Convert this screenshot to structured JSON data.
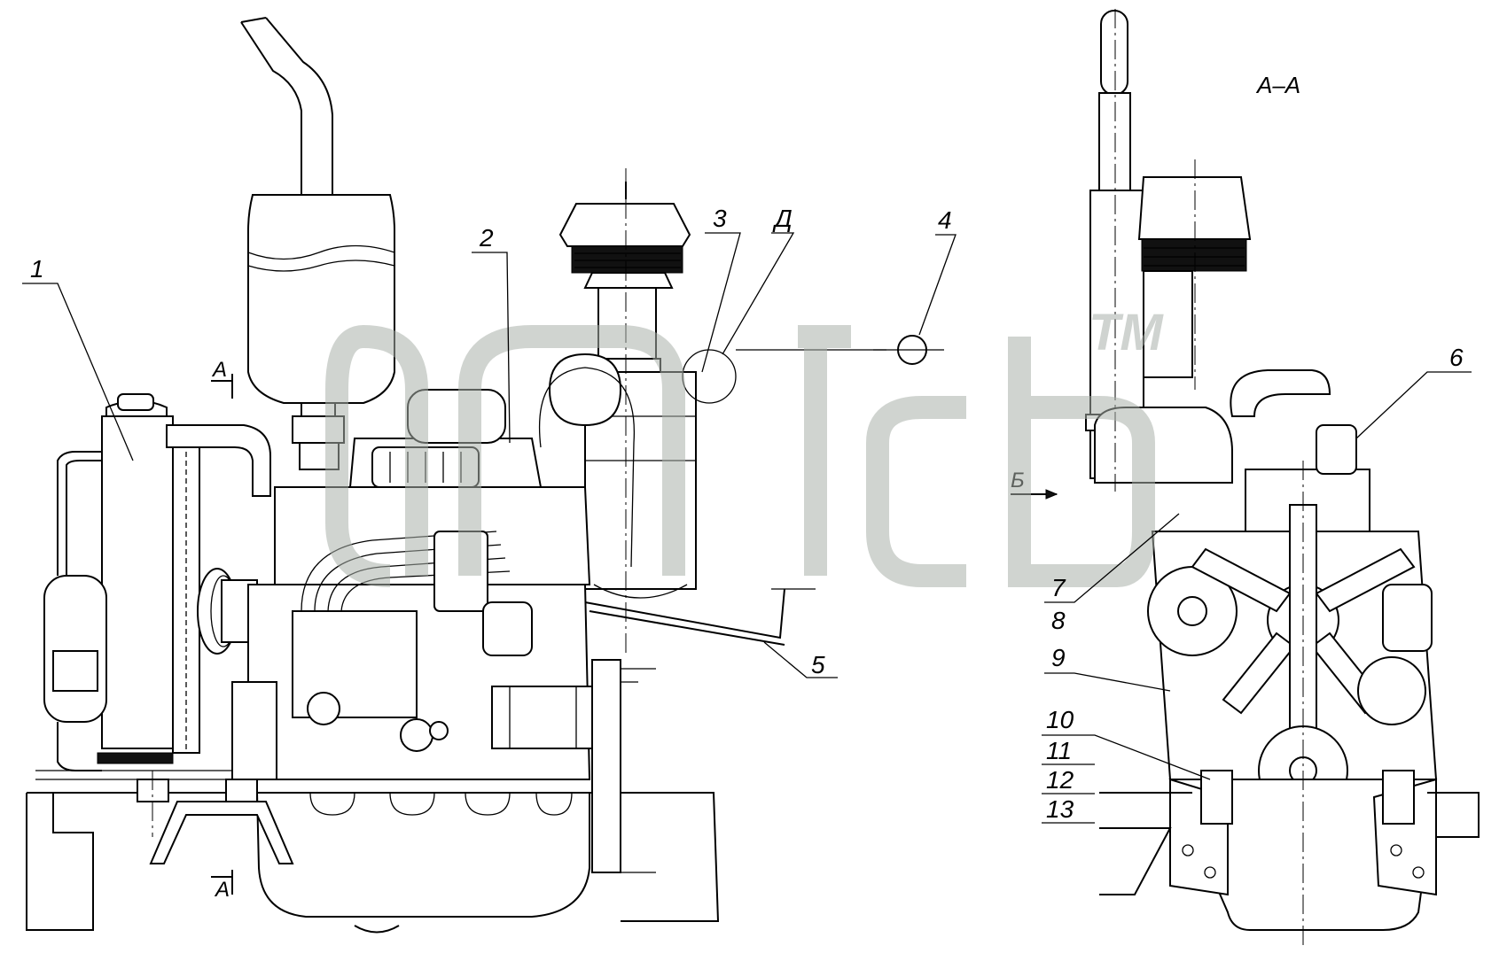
{
  "section_label": "А–А",
  "section_mark": "А",
  "view_mark": "Б",
  "detail_mark": "Д",
  "watermark": {
    "tm": "TM"
  },
  "callouts": {
    "c1": "1",
    "c2": "2",
    "c3": "3",
    "c4": "4",
    "c5": "5",
    "c6": "6",
    "c7": "7",
    "c8": "8",
    "c9": "9",
    "c10": "10",
    "c11": "11",
    "c12": "12",
    "c13": "13"
  }
}
